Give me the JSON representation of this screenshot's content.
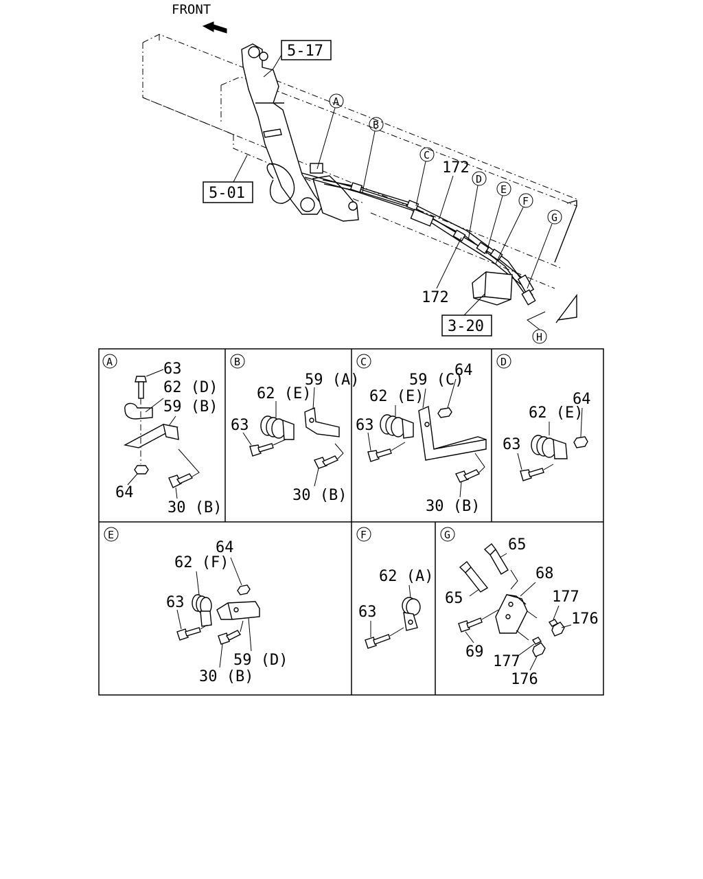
{
  "direction_label": "FRONT",
  "ref_boxes": {
    "top": "5-17",
    "left": "5-01",
    "bottom": "3-20"
  },
  "main_callouts": {
    "A": "A",
    "B": "B",
    "C": "C",
    "D": "D",
    "E": "E",
    "F": "F",
    "G": "G",
    "H": "H",
    "pipe_upper": "172",
    "pipe_lower": "172"
  },
  "panels": {
    "A": {
      "tag": "A",
      "labels": [
        "63",
        "62 (D)",
        "59 (B)",
        "64",
        "30 (B)"
      ]
    },
    "B": {
      "tag": "B",
      "labels": [
        "62 (E)",
        "59 (A)",
        "63",
        "30 (B)"
      ]
    },
    "C": {
      "tag": "C",
      "labels": [
        "59 (C)",
        "64",
        "62 (E)",
        "63",
        "30 (B)"
      ]
    },
    "D": {
      "tag": "D",
      "labels": [
        "64",
        "62 (E)",
        "63"
      ]
    },
    "E": {
      "tag": "E",
      "labels": [
        "64",
        "62 (F)",
        "63",
        "59 (D)",
        "30 (B)"
      ]
    },
    "F": {
      "tag": "F",
      "labels": [
        "62 (A)",
        "63"
      ]
    },
    "G": {
      "tag": "G",
      "labels": [
        "65",
        "68",
        "65",
        "177",
        "176",
        "69",
        "177",
        "176"
      ]
    }
  }
}
